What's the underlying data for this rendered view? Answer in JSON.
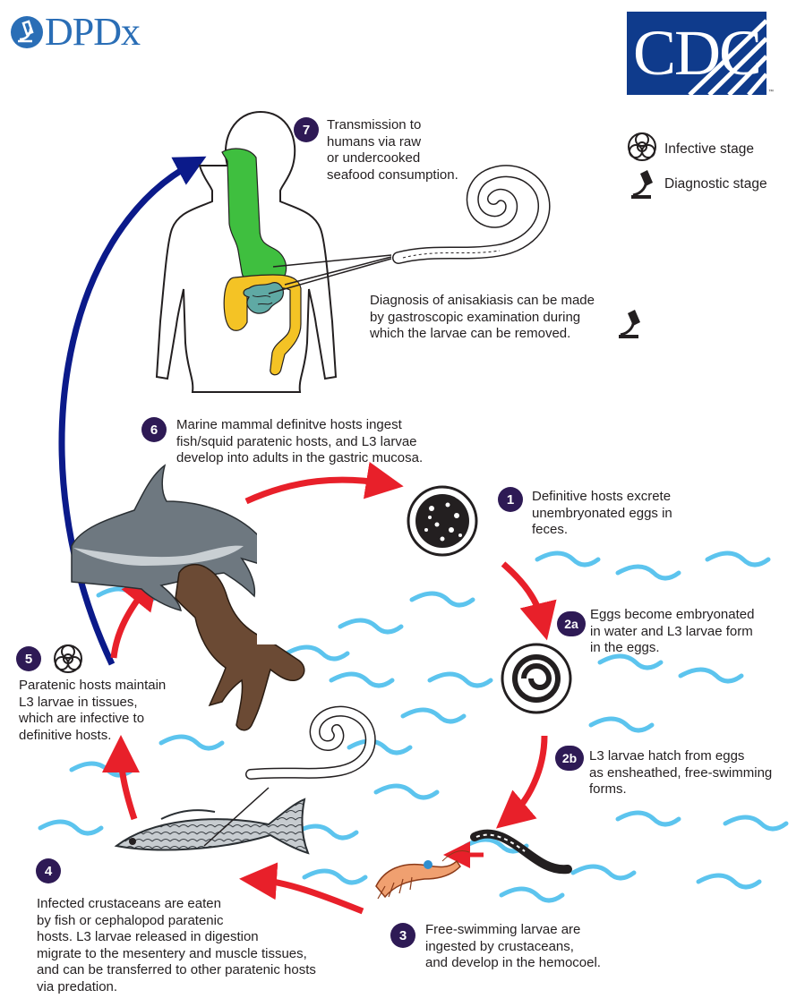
{
  "logos": {
    "dpdx": "DPDx",
    "cdc": "CDC",
    "trademark": "™"
  },
  "legend": {
    "infective": {
      "icon": "biohazard-icon",
      "label": "Infective stage"
    },
    "diagnostic": {
      "icon": "microscope-icon",
      "label": "Diagnostic stage"
    }
  },
  "steps": {
    "s7": {
      "badge": "7",
      "text": "Transmission to\nhumans via raw\nor undercooked\nseafood consumption."
    },
    "diagnosis": {
      "text": "Diagnosis of anisakiasis can be made\nby gastroscopic examination during\nwhich the larvae can be removed."
    },
    "s6": {
      "badge": "6",
      "text": "Marine mammal definitve hosts ingest\nfish/squid paratenic hosts, and L3 larvae\ndevelop into adults in the gastric mucosa."
    },
    "s1": {
      "badge": "1",
      "text": "Definitive hosts excrete\nunembryonated eggs in\nfeces."
    },
    "s2a": {
      "badge": "2a",
      "text": "Eggs become embryonated\nin water and L3 larvae form\nin the eggs."
    },
    "s2b": {
      "badge": "2b",
      "text": "L3 larvae hatch from eggs\nas ensheathed, free-swimming\nforms."
    },
    "s3": {
      "badge": "3",
      "text": "Free-swimming larvae are\ningested by crustaceans,\nand develop in the hemocoel."
    },
    "s4": {
      "badge": "4",
      "text": "Infected crustaceans are eaten\nby fish or cephalopod paratenic\nhosts. L3 larvae released in digestion\nmigrate to the mesentery and muscle tissues,\nand can be transferred to other paratenic hosts\nvia predation."
    },
    "s5": {
      "badge": "5",
      "text": "Paratenic hosts maintain\nL3 larvae in tissues,\nwhich are infective to\ndefinitive hosts."
    }
  },
  "colors": {
    "badge": "#2e1a55",
    "cycle_arrow": "#e8202a",
    "human_arrow": "#0b1a8a",
    "water": "#5cc4ee",
    "brand_blue": "#0f3b8c",
    "gut_green": "#3fbf3f",
    "gut_yellow": "#f4c325",
    "intestine_teal": "#5fa9a4"
  }
}
